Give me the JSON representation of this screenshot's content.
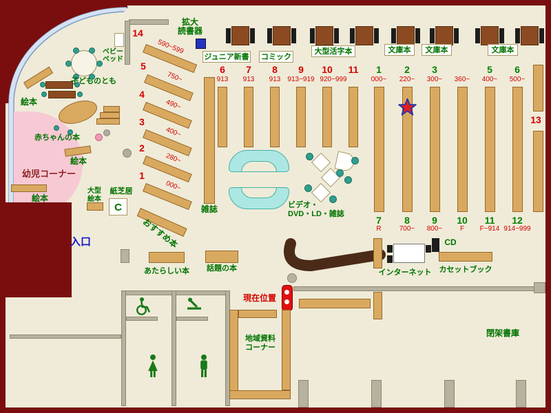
{
  "colors": {
    "exterior": "#7a0e0e",
    "floor": "#efebd8",
    "shelf": "#d9a95f",
    "wall": "#b6b29e",
    "label_green": "#007200",
    "number_red": "#d40000",
    "number_green": "#008000",
    "entrance_blue": "#1515cc",
    "kids_pink": "#f7c9d4",
    "bench_cyan": "#ade7e3",
    "marker_red": "#e01010",
    "reader_blue": "#2233bb",
    "counter_brown": "#4b2a18",
    "table_brown": "#8b4a21",
    "seat_teal": "#2f9e8f",
    "kids_title": "#8b2020"
  },
  "labels": {
    "kakudai": "拡大\n読書器",
    "junior_shinsho": "ジュニア新書",
    "comic": "コミック",
    "ogata_katsuji": "大型活字本",
    "bunko": "文庫本",
    "baby_bed": "ベビー\nベッド",
    "kodomo_no_tomo": "子どものとも",
    "ehon": "絵本",
    "akachan": "赤ちゃんの本",
    "yoji_corner": "幼児コーナー",
    "ogata_ehon": "大型\n絵本",
    "kamishibai": "紙芝居",
    "copier": "C",
    "osusume": "おすすめ本",
    "zasshi": "雑誌",
    "video": "ビデオ・\nDVD・LD・雑誌",
    "iriguchi": "入口",
    "atarashii": "あたらしい本",
    "wadai": "話題の本",
    "genzai": "現在位置",
    "cd": "CD",
    "internet": "インターネット",
    "cassette": "カセットブック",
    "chiiki": "地域資料\nコーナー",
    "heika": "閉架書庫",
    "thirteen": "13"
  },
  "fan": [
    {
      "num": "14",
      "range": "590~599"
    },
    {
      "num": "5",
      "range": "750~"
    },
    {
      "num": "4",
      "range": "490~"
    },
    {
      "num": "3",
      "range": "400~"
    },
    {
      "num": "2",
      "range": "280~"
    },
    {
      "num": "1",
      "range": "000~"
    }
  ],
  "mid": [
    {
      "num": "6",
      "cls": "913"
    },
    {
      "num": "7",
      "cls": "913"
    },
    {
      "num": "8",
      "cls": "913"
    },
    {
      "num": "9",
      "cls": "913~919"
    },
    {
      "num": "10",
      "cls": "920~999"
    },
    {
      "num": "11",
      "cls": ""
    }
  ],
  "right_top": [
    {
      "num": "1",
      "cls": "000~"
    },
    {
      "num": "2",
      "cls": "220~"
    },
    {
      "num": "3",
      "cls": "300~"
    },
    {
      "num": "",
      "cls": "360~"
    },
    {
      "num": "5",
      "cls": "400~"
    },
    {
      "num": "6",
      "cls": "500~"
    }
  ],
  "right_bottom": [
    {
      "num": "7",
      "cls": "R"
    },
    {
      "num": "8",
      "cls": "700~"
    },
    {
      "num": "9",
      "cls": "800~"
    },
    {
      "num": "10",
      "cls": "F"
    },
    {
      "num": "11",
      "cls": "F~914"
    },
    {
      "num": "12",
      "cls": "914~999"
    }
  ]
}
